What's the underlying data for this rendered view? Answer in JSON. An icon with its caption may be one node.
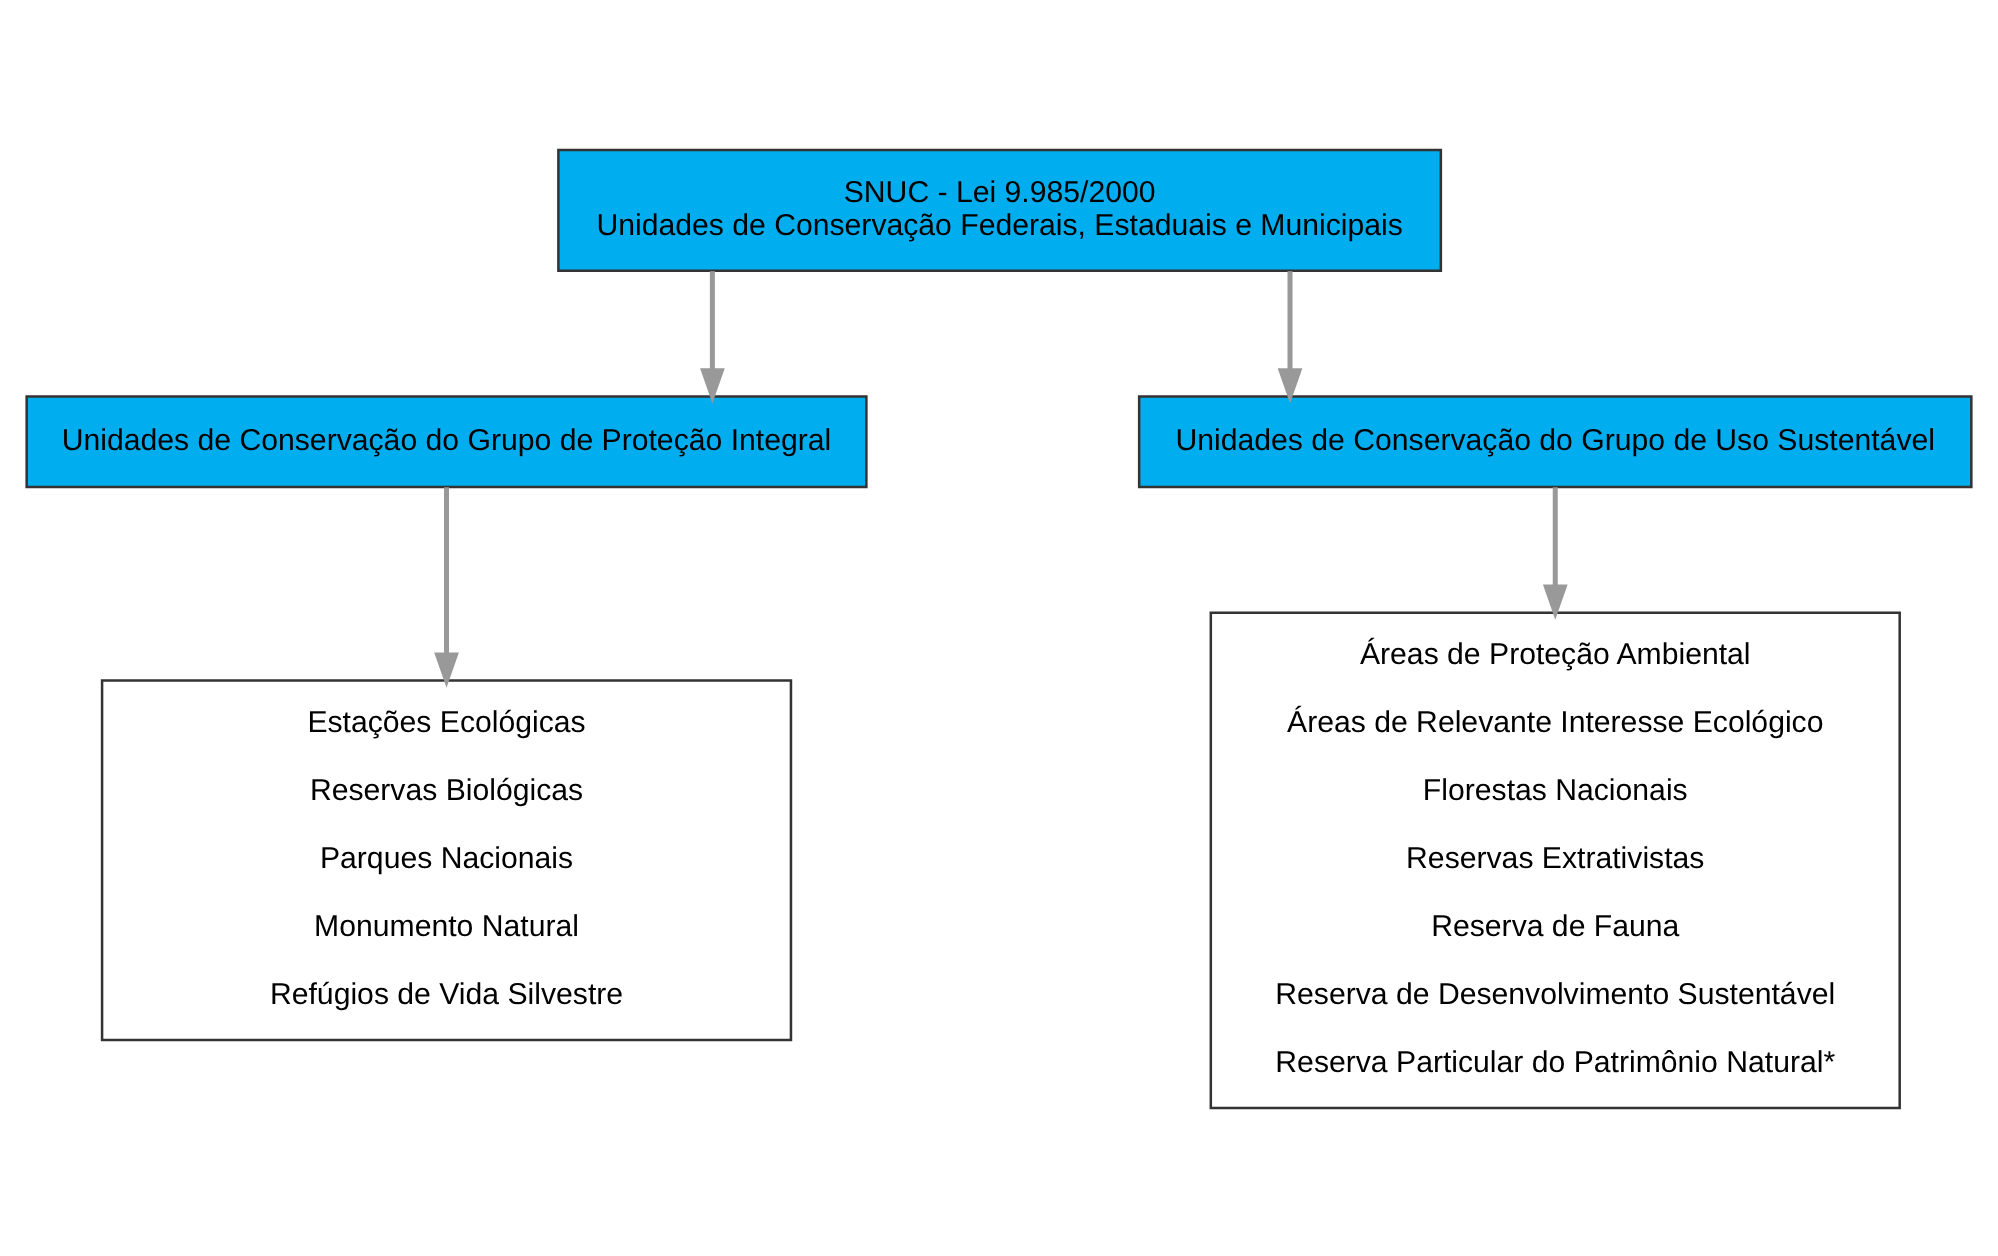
{
  "diagram": {
    "nodes": [
      {
        "text": [
          "SNUC - Lei 9.985/2000",
          "Unidades de Conservação Federais, Estaduais e Municipais"
        ]
      },
      {
        "text": [
          "Unidades de Conservação do Grupo de Proteção Integral"
        ]
      },
      {
        "text": [
          "Unidades de Conservação do Grupo de Uso Sustentável"
        ]
      },
      {
        "text": [
          "Estações Ecológicas",
          "Reservas Biológicas",
          "Parques Nacionais",
          "Monumento Natural",
          "Refúgios de Vida Silvestre"
        ]
      },
      {
        "text": [
          "Áreas de Proteção Ambiental",
          "Áreas de Relevante Interesse Ecológico",
          "Florestas Nacionais",
          "Reservas Extrativistas",
          "Reserva de Fauna",
          "Reserva de Desenvolvimento Sustentável",
          "Reserva Particular do Patrimônio Natural*"
        ]
      }
    ],
    "edges": [
      {
        "from": 0,
        "to": 1,
        "arrow": "to"
      },
      {
        "from": 0,
        "to": 2,
        "arrow": "to"
      },
      {
        "from": 1,
        "to": 3,
        "arrow": "to"
      },
      {
        "from": 2,
        "to": 4,
        "arrow": "to"
      }
    ]
  }
}
